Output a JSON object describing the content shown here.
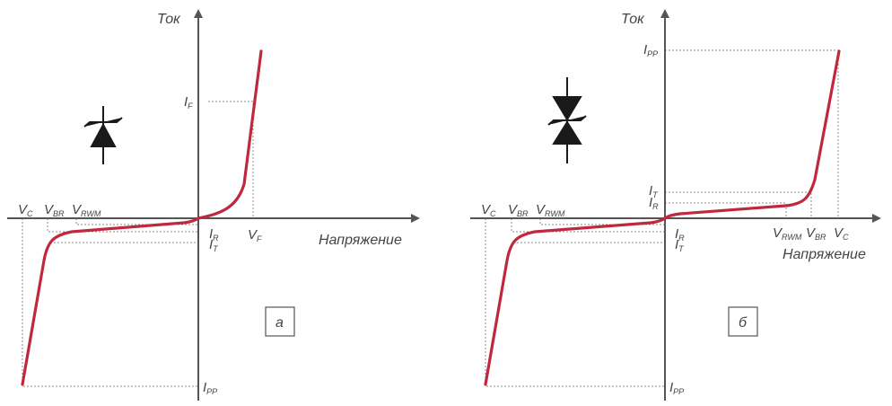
{
  "panels": [
    {
      "axis_y_label": "Ток",
      "axis_x_label": "Напряжение",
      "panel_tag": "а",
      "symbol": "zener-diode-icon",
      "labels": {
        "vc": {
          "main": "V",
          "sub": "C"
        },
        "vbr": {
          "main": "V",
          "sub": "BR"
        },
        "vrwm": {
          "main": "V",
          "sub": "RWM"
        },
        "vf": {
          "main": "V",
          "sub": "F"
        },
        "if": {
          "main": "I",
          "sub": "F"
        },
        "ir": {
          "main": "I",
          "sub": "R"
        },
        "it": {
          "main": "I",
          "sub": "T"
        },
        "ipp": {
          "main": "I",
          "sub": "PP"
        }
      }
    },
    {
      "axis_y_label": "Ток",
      "axis_x_label": "Напряжение",
      "panel_tag": "б",
      "symbol": "bidirectional-tvs-diode-icon",
      "labels": {
        "vc_l": {
          "main": "V",
          "sub": "C"
        },
        "vbr_l": {
          "main": "V",
          "sub": "BR"
        },
        "vrwm_l": {
          "main": "V",
          "sub": "RWM"
        },
        "vrwm_r": {
          "main": "V",
          "sub": "RWM"
        },
        "vbr_r": {
          "main": "V",
          "sub": "BR"
        },
        "vc_r": {
          "main": "V",
          "sub": "C"
        },
        "ipp_top": {
          "main": "I",
          "sub": "PP"
        },
        "it_top": {
          "main": "I",
          "sub": "T"
        },
        "ir_top": {
          "main": "I",
          "sub": "R"
        },
        "ir_bot": {
          "main": "I",
          "sub": "R"
        },
        "it_bot": {
          "main": "I",
          "sub": "T"
        },
        "ipp_bot": {
          "main": "I",
          "sub": "PP"
        }
      }
    }
  ],
  "colors": {
    "curve": "#c0283e",
    "axis": "#555555",
    "guide": "#888888"
  }
}
